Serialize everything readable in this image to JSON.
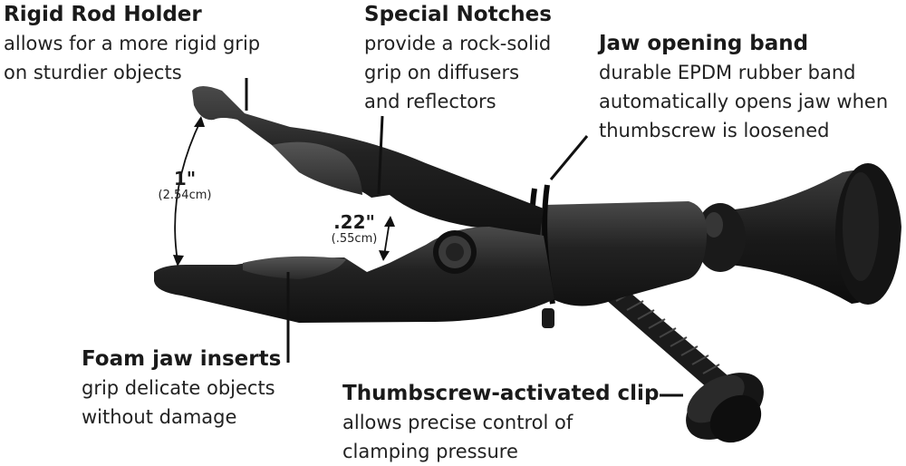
{
  "callouts": {
    "rigid_rod_holder": {
      "title": "Rigid Rod Holder",
      "desc": "allows for a more rigid grip\non sturdier objects"
    },
    "special_notches": {
      "title": "Special Notches",
      "desc": "provide a rock-solid\ngrip on diffusers\nand reflectors"
    },
    "jaw_opening_band": {
      "title": "Jaw opening band",
      "desc": "durable EPDM rubber band\nautomatically opens jaw when\nthumbscrew is loosened"
    },
    "foam_jaw_inserts": {
      "title": "Foam jaw inserts",
      "desc": "grip delicate objects\nwithout damage"
    },
    "thumbscrew_clip": {
      "title": "Thumbscrew-activated clip",
      "desc": "allows precise control of\nclamping pressure"
    }
  },
  "dimensions": {
    "jaw_span": {
      "value": "1\"",
      "metric": "(2.54cm)"
    },
    "notch_gap": {
      "value": ".22\"",
      "metric": "(.55cm)"
    }
  },
  "colors": {
    "product": "#1c1c1c",
    "product_highlight": "#3a3a3a",
    "text": "#1a1a1a",
    "leader": "#111111"
  }
}
